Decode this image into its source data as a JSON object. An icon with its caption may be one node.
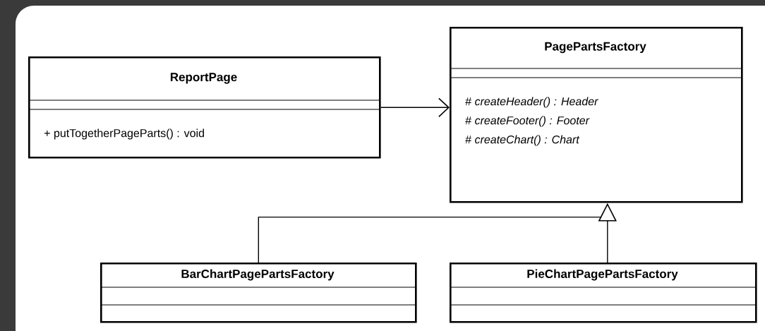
{
  "diagram": {
    "nodes": [
      {
        "text": [
          "ReportPage",
          "+ putTogetherPageParts() : void"
        ]
      },
      {
        "text": [
          "PagePartsFactory",
          "# *createHeader() : Header*",
          "# *createFooter() : Footer*",
          "# *createChart() : Chart*"
        ]
      },
      {
        "text": [
          "BarChartPagePartsFactory"
        ]
      },
      {
        "text": [
          "PieChartPagePartsFactory"
        ]
      }
    ],
    "edges": [
      {
        "from": 0,
        "to": 1,
        "arrow": "to"
      },
      {
        "from": 2,
        "to": 1,
        "arrow": "to"
      },
      {
        "from": 3,
        "to": 1,
        "arrow": "to"
      }
    ]
  }
}
